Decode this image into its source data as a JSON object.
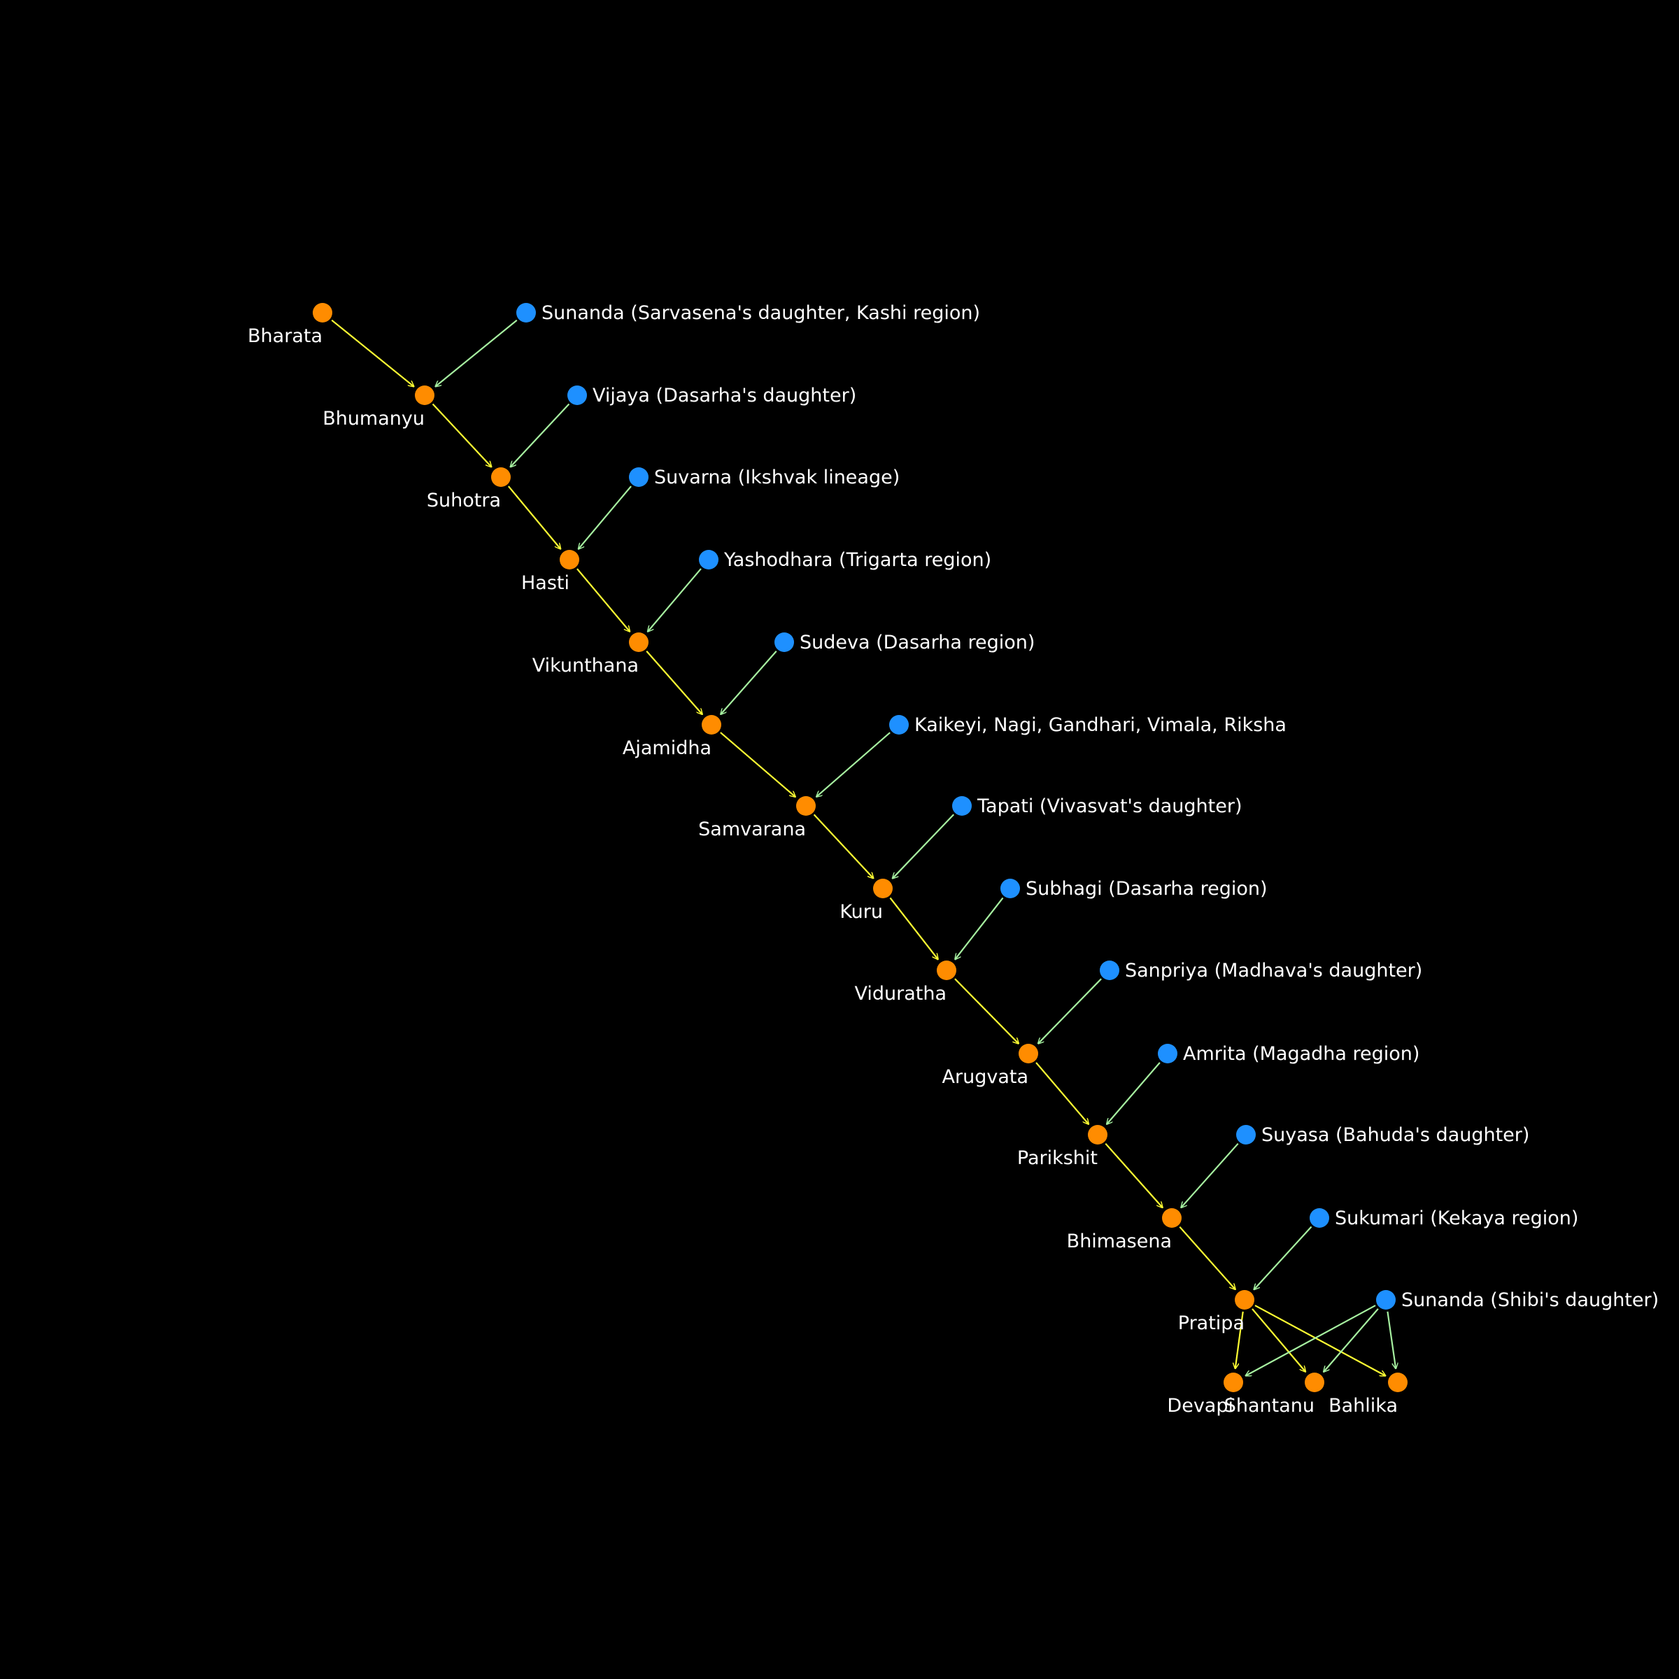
{
  "colors": {
    "background": "#000000",
    "male_node": "#ff8c00",
    "female_node": "#1e90ff",
    "father_edge": "#ffff33",
    "mother_edge": "#a6f0a0",
    "label": "#ffffff"
  },
  "lineage": {
    "nodes": [
      {
        "id": "bharata",
        "label": "Bharata",
        "kind": "male"
      },
      {
        "id": "sunanda1",
        "label": "Sunanda (Sarvasena's daughter, Kashi region)",
        "kind": "female"
      },
      {
        "id": "bhumanyu",
        "label": "Bhumanyu",
        "kind": "male"
      },
      {
        "id": "vijaya",
        "label": "Vijaya (Dasarha's daughter)",
        "kind": "female"
      },
      {
        "id": "suhotra",
        "label": "Suhotra",
        "kind": "male"
      },
      {
        "id": "suvarna",
        "label": "Suvarna (Ikshvak lineage)",
        "kind": "female"
      },
      {
        "id": "hasti",
        "label": "Hasti",
        "kind": "male"
      },
      {
        "id": "yashodhara",
        "label": "Yashodhara (Trigarta region)",
        "kind": "female"
      },
      {
        "id": "vikunthana",
        "label": "Vikunthana",
        "kind": "male"
      },
      {
        "id": "sudeva",
        "label": "Sudeva (Dasarha region)",
        "kind": "female"
      },
      {
        "id": "ajamidha",
        "label": "Ajamidha",
        "kind": "male"
      },
      {
        "id": "kaikeyi",
        "label": "Kaikeyi, Nagi, Gandhari, Vimala, Riksha",
        "kind": "female"
      },
      {
        "id": "samvarana",
        "label": "Samvarana",
        "kind": "male"
      },
      {
        "id": "tapati",
        "label": "Tapati (Vivasvat's daughter)",
        "kind": "female"
      },
      {
        "id": "kuru",
        "label": "Kuru",
        "kind": "male"
      },
      {
        "id": "subhagi",
        "label": "Subhagi (Dasarha region)",
        "kind": "female"
      },
      {
        "id": "viduratha",
        "label": "Viduratha",
        "kind": "male"
      },
      {
        "id": "sanpriya",
        "label": "Sanpriya (Madhava's daughter)",
        "kind": "female"
      },
      {
        "id": "arugvata",
        "label": "Arugvata",
        "kind": "male"
      },
      {
        "id": "amrita",
        "label": "Amrita (Magadha region)",
        "kind": "female"
      },
      {
        "id": "parikshit",
        "label": "Parikshit",
        "kind": "male"
      },
      {
        "id": "suyasa",
        "label": "Suyasa (Bahuda's daughter)",
        "kind": "female"
      },
      {
        "id": "bhimasena",
        "label": "Bhimasena",
        "kind": "male"
      },
      {
        "id": "sukumari",
        "label": "Sukumari (Kekaya region)",
        "kind": "female"
      },
      {
        "id": "pratipa",
        "label": "Pratipa",
        "kind": "male"
      },
      {
        "id": "sunanda2",
        "label": "Sunanda (Shibi's daughter)",
        "kind": "female"
      },
      {
        "id": "devapi",
        "label": "Devapi",
        "kind": "male"
      },
      {
        "id": "shantanu",
        "label": "Shantanu",
        "kind": "male"
      },
      {
        "id": "bahlika",
        "label": "Bahlika",
        "kind": "male"
      }
    ],
    "edges": [
      {
        "from": "bharata",
        "to": "bhumanyu",
        "kind": "father"
      },
      {
        "from": "sunanda1",
        "to": "bhumanyu",
        "kind": "mother"
      },
      {
        "from": "bhumanyu",
        "to": "suhotra",
        "kind": "father"
      },
      {
        "from": "vijaya",
        "to": "suhotra",
        "kind": "mother"
      },
      {
        "from": "suhotra",
        "to": "hasti",
        "kind": "father"
      },
      {
        "from": "suvarna",
        "to": "hasti",
        "kind": "mother"
      },
      {
        "from": "hasti",
        "to": "vikunthana",
        "kind": "father"
      },
      {
        "from": "yashodhara",
        "to": "vikunthana",
        "kind": "mother"
      },
      {
        "from": "vikunthana",
        "to": "ajamidha",
        "kind": "father"
      },
      {
        "from": "sudeva",
        "to": "ajamidha",
        "kind": "mother"
      },
      {
        "from": "ajamidha",
        "to": "samvarana",
        "kind": "father"
      },
      {
        "from": "kaikeyi",
        "to": "samvarana",
        "kind": "mother"
      },
      {
        "from": "samvarana",
        "to": "kuru",
        "kind": "father"
      },
      {
        "from": "tapati",
        "to": "kuru",
        "kind": "mother"
      },
      {
        "from": "kuru",
        "to": "viduratha",
        "kind": "father"
      },
      {
        "from": "subhagi",
        "to": "viduratha",
        "kind": "mother"
      },
      {
        "from": "viduratha",
        "to": "arugvata",
        "kind": "father"
      },
      {
        "from": "sanpriya",
        "to": "arugvata",
        "kind": "mother"
      },
      {
        "from": "arugvata",
        "to": "parikshit",
        "kind": "father"
      },
      {
        "from": "amrita",
        "to": "parikshit",
        "kind": "mother"
      },
      {
        "from": "parikshit",
        "to": "bhimasena",
        "kind": "father"
      },
      {
        "from": "suyasa",
        "to": "bhimasena",
        "kind": "mother"
      },
      {
        "from": "bhimasena",
        "to": "pratipa",
        "kind": "father"
      },
      {
        "from": "sukumari",
        "to": "pratipa",
        "kind": "mother"
      },
      {
        "from": "pratipa",
        "to": "devapi",
        "kind": "father"
      },
      {
        "from": "pratipa",
        "to": "shantanu",
        "kind": "father"
      },
      {
        "from": "pratipa",
        "to": "bahlika",
        "kind": "father"
      },
      {
        "from": "sunanda2",
        "to": "devapi",
        "kind": "mother"
      },
      {
        "from": "sunanda2",
        "to": "shantanu",
        "kind": "mother"
      },
      {
        "from": "sunanda2",
        "to": "bahlika",
        "kind": "mother"
      }
    ]
  }
}
